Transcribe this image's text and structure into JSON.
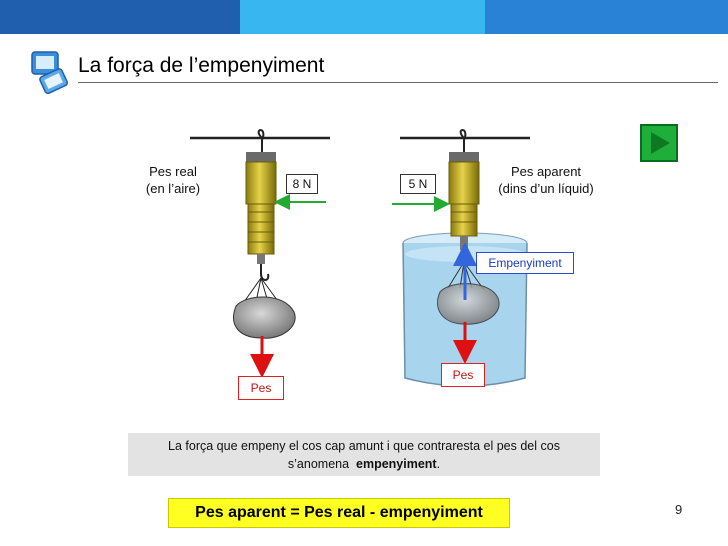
{
  "slide": {
    "title": "La força de l’empenyiment",
    "page_number": "9"
  },
  "left_scale": {
    "label_line1": "Pes real",
    "label_line2": "(en l’aire)",
    "reading": "8 N",
    "weight_label": "Pes"
  },
  "right_scale": {
    "label_line1": "Pes aparent",
    "label_line2": "(dins d’un líquid)",
    "reading": "5 N",
    "buoyancy_label": "Empenyiment",
    "weight_label": "Pes"
  },
  "note": {
    "line1": "La força que empeny el cos cap amunt i que contraresta el pes del cos",
    "line2_prefix": "s’anomena",
    "line2_bold": "empenyiment",
    "line2_suffix": "."
  },
  "formula": "Pes aparent = Pes real - empenyiment",
  "colors": {
    "topbar_dark": "#1f5fae",
    "topbar_mid": "#2a82d6",
    "topbar_light": "#38b6f0",
    "weight_arrow": "#dd1111",
    "buoyancy_arrow": "#3366dd",
    "reading_arrow": "#22aa33",
    "water": "#a9d4ee",
    "formula_bg": "#ffff22",
    "play_button": "#1fae3a"
  },
  "icons": {
    "title_icon": "slide-logo-icon",
    "play": "play-icon"
  }
}
